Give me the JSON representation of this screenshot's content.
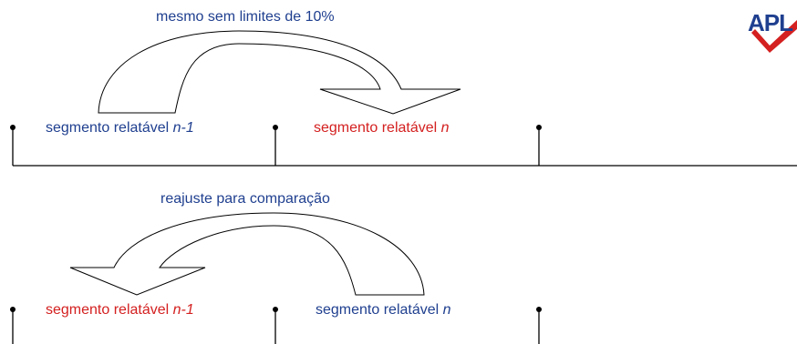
{
  "top": {
    "caption": "mesmo sem limites de 10%",
    "left_label": {
      "prefix": "segmento relatável ",
      "suffix": "n-1"
    },
    "right_label": {
      "prefix": "segmento relatável ",
      "suffix": "n"
    }
  },
  "bottom": {
    "caption": "reajuste para comparação",
    "left_label": {
      "prefix": "segmento relatável ",
      "suffix": "n-1"
    },
    "right_label": {
      "prefix": "segmento relatável ",
      "suffix": "n"
    }
  },
  "logo": {
    "text": "APL"
  },
  "colors": {
    "blue": "#1f3f8f",
    "red": "#d42020",
    "line": "#000000"
  }
}
